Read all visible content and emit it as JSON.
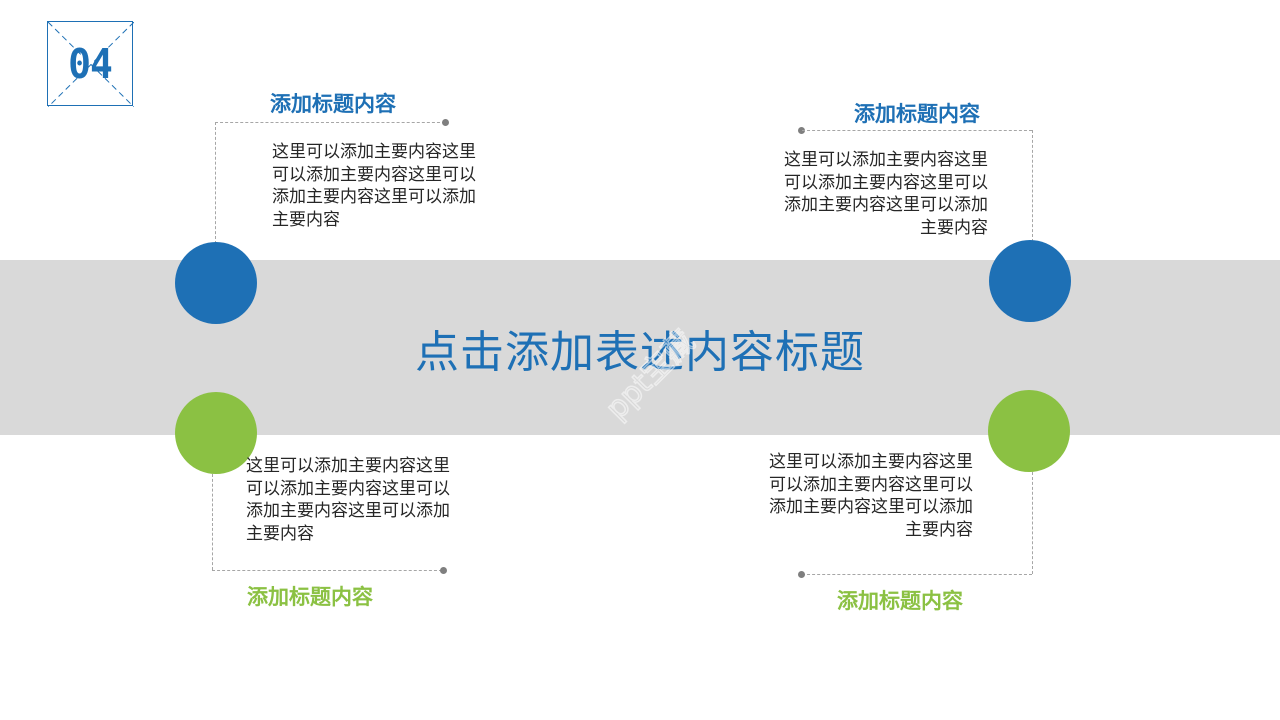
{
  "page_number": "04",
  "band": {
    "title": "点击添加表述内容标题"
  },
  "colors": {
    "blue": "#1e70b5",
    "green": "#8bc143",
    "band": "#d9d9d9",
    "dash": "#a6a6a6"
  },
  "items": [
    {
      "title": "添加标题内容",
      "body": "这里可以添加主要内容这里可以添加主要内容这里可以添加主要内容这里可以添加主要内容"
    },
    {
      "title": "添加标题内容",
      "body": "这里可以添加主要内容这里可以添加主要内容这里可以添加主要内容这里可以添加主要内容"
    },
    {
      "title": "添加标题内容",
      "body": "这里可以添加主要内容这里可以添加主要内容这里可以添加主要内容这里可以添加主要内容"
    },
    {
      "title": "添加标题内容",
      "body": "这里可以添加主要内容这里可以添加主要内容这里可以添加主要内容这里可以添加主要内容"
    }
  ],
  "watermark": {
    "text": "ppt宝藏",
    "icon": "watermark-logo"
  }
}
